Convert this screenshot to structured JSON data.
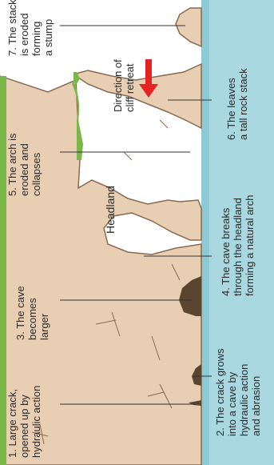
{
  "labels": {
    "l1": "1. Large crack,\nopened up by\nhydraulic action",
    "l2": "2. The crack grows\ninto a cave by\nhydraulic action\nand abrasion",
    "l3": "3. The cave\nbecomes\nlarger",
    "l4": "4. The cave breaks\nthrough the headland\nforming a natural arch",
    "l5": "5. The arch is\neroded and\ncollapses",
    "l6": "6. The leaves\na tall rock stack",
    "l7": "7. The stack\nis eroded\nforming\na stump",
    "headland": "Headland",
    "direction": "Direction of\ncliff retreat"
  },
  "colors": {
    "sky": "#ffffff",
    "sea": "#a9d8e0",
    "sea_dark": "#6fbccb",
    "rock": "#e8cfb3",
    "rock_shade": "#cfae8c",
    "rock_line": "#8a6a4f",
    "grass": "#7ab648",
    "cave": "#5a4530",
    "arrow": "#e52320"
  }
}
